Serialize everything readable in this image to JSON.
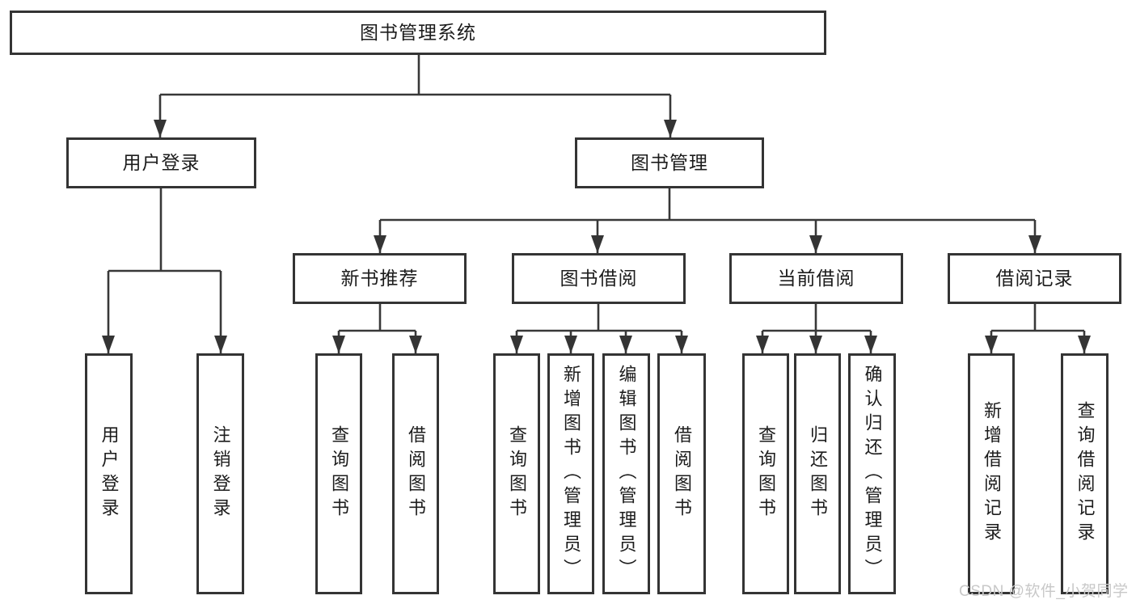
{
  "diagram": {
    "root": {
      "label": "图书管理系统",
      "children": [
        {
          "label": "用户登录",
          "children": [
            {
              "label": "用户登录"
            },
            {
              "label": "注销登录"
            }
          ]
        },
        {
          "label": "图书管理",
          "children": [
            {
              "label": "新书推荐",
              "children": [
                {
                  "label": "查询图书"
                },
                {
                  "label": "借阅图书"
                }
              ]
            },
            {
              "label": "图书借阅",
              "children": [
                {
                  "label": "查询图书"
                },
                {
                  "label": "新增图书（管理员）"
                },
                {
                  "label": "编辑图书（管理员）"
                },
                {
                  "label": "借阅图书"
                }
              ]
            },
            {
              "label": "当前借阅",
              "children": [
                {
                  "label": "查询图书"
                },
                {
                  "label": "归还图书"
                },
                {
                  "label": "确认归还（管理员）"
                }
              ]
            },
            {
              "label": "借阅记录",
              "children": [
                {
                  "label": "新增借阅记录"
                },
                {
                  "label": "查询借阅记录"
                }
              ]
            }
          ]
        }
      ]
    }
  },
  "watermark": {
    "text": "CSDN @软件_小贺同学"
  },
  "colors": {
    "line": "#383838",
    "box_border": "#343434",
    "text": "#1c1c1c",
    "watermark": "#c8c8c8",
    "background": "#ffffff"
  }
}
